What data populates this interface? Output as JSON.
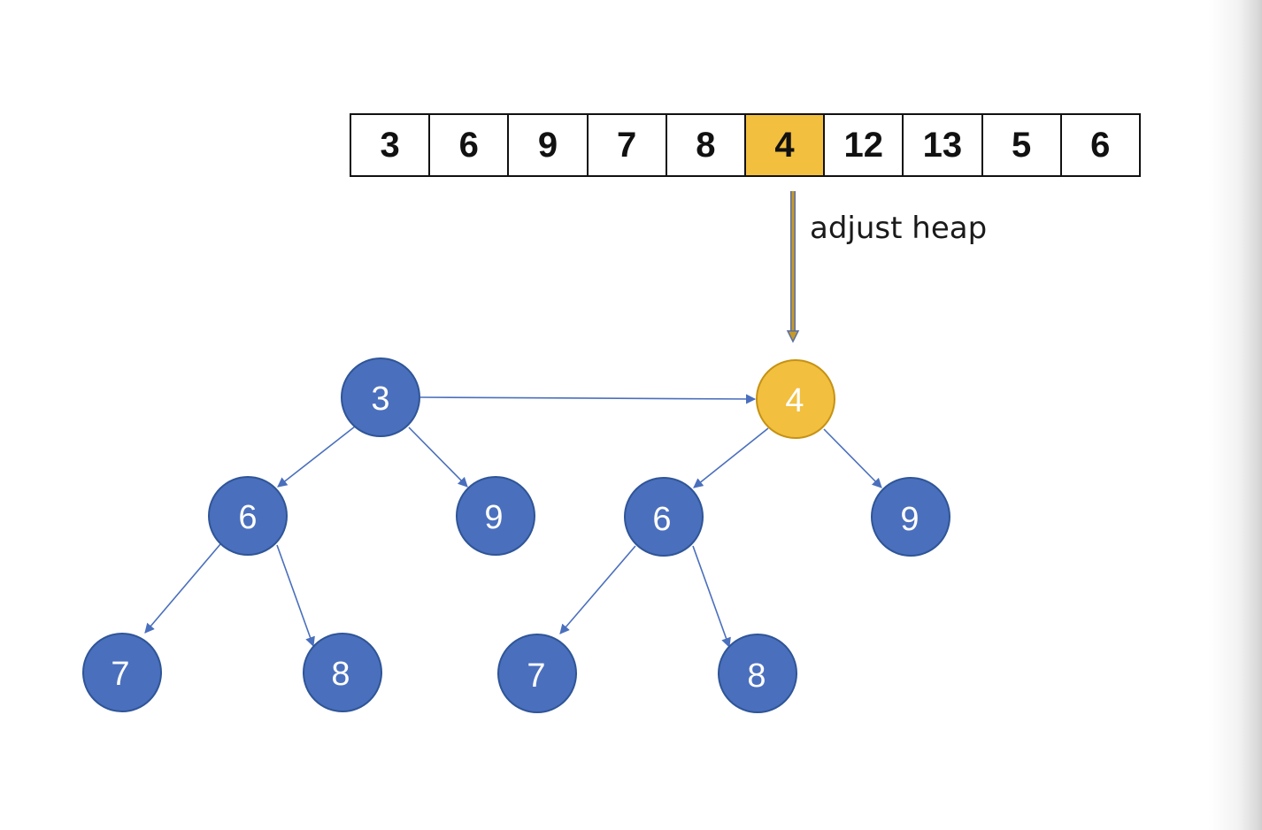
{
  "array": {
    "values": [
      "3",
      "6",
      "9",
      "7",
      "8",
      "4",
      "12",
      "13",
      "5",
      "6"
    ],
    "highlight_index": 5
  },
  "annotation": {
    "adjust_label": "adjust heap"
  },
  "colors": {
    "node_blue": "#4a6fbd",
    "node_blue_border": "#2f5597",
    "node_highlight": "#f2bf3e",
    "node_highlight_border": "#c69214",
    "edge": "#4a6fbd",
    "down_arrow_fill": "#c69a2a",
    "down_arrow_outline": "#5a6fa0"
  },
  "trees": {
    "left": {
      "nodes": {
        "root": "3",
        "left": "6",
        "right": "9",
        "left_left": "7",
        "left_right": "8"
      }
    },
    "right": {
      "nodes": {
        "root": "4",
        "left": "6",
        "right": "9",
        "left_left": "7",
        "left_right": "8"
      },
      "root_highlighted": true
    }
  }
}
